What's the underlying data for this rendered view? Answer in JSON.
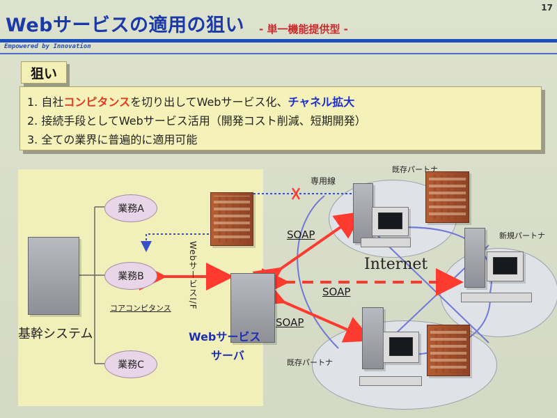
{
  "header": {
    "title": "Webサービスの適用の狙い",
    "subtitle": "- 単一機能提供型 -",
    "page_number": "17",
    "tagline": "Empowered by Innovation"
  },
  "aim": {
    "label": "狙い",
    "points": [
      {
        "num": "1.",
        "pre": "自社",
        "highlight1": "コンピタンス",
        "mid": "を切り出してWebサービス化、",
        "highlight2": "チャネル拡大"
      },
      {
        "num": "2.",
        "text": "接続手段としてWebサービス活用（開発コスト削減、短期開発）"
      },
      {
        "num": "3.",
        "text": "全ての業界に普遍的に適用可能"
      }
    ]
  },
  "diagram": {
    "core_system": "基幹システム",
    "tasks": [
      "業務A",
      "業務B",
      "業務C"
    ],
    "core_competence": "コアコンピタンス",
    "ws_if": "WebサービスI/F",
    "web_service_line1": "Webサービス",
    "web_service_line2": "サーバ",
    "dedicated_line": "専用線",
    "existing_partner_top": "既存パートナ",
    "new_partner": "新規パートナ",
    "existing_partner_bottom": "既存パートナ",
    "internet": "Internet",
    "soap_top": "SOAP",
    "soap_middle": "SOAP",
    "soap_bottom": "SOAP",
    "colors": {
      "title_blue": "#1b3aa8",
      "subtitle_red": "#cc2a2a",
      "highlight_red": "#e23b1f",
      "highlight_blue": "#1d2fd0",
      "arrow_red": "#ff3b2f"
    }
  }
}
